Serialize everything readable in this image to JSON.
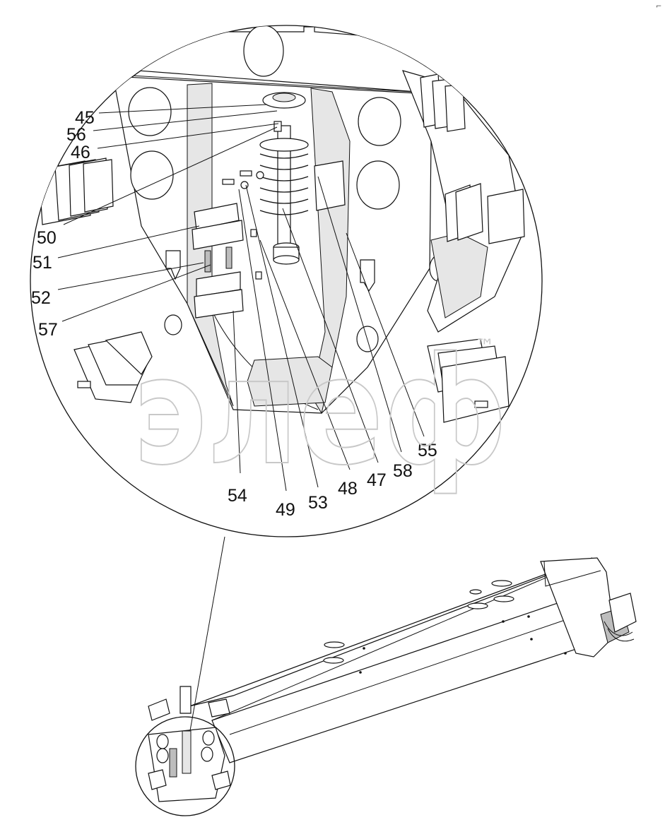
{
  "watermark": {
    "text": "элеф",
    "tm": "™"
  },
  "corner_mark": "⌐",
  "callouts": [
    {
      "id": "45",
      "label": "45"
    },
    {
      "id": "56",
      "label": "56"
    },
    {
      "id": "46",
      "label": "46"
    },
    {
      "id": "50",
      "label": "50"
    },
    {
      "id": "51",
      "label": "51"
    },
    {
      "id": "52",
      "label": "52"
    },
    {
      "id": "57",
      "label": "57"
    },
    {
      "id": "54",
      "label": "54"
    },
    {
      "id": "49",
      "label": "49"
    },
    {
      "id": "53",
      "label": "53"
    },
    {
      "id": "48",
      "label": "48"
    },
    {
      "id": "47",
      "label": "47"
    },
    {
      "id": "58",
      "label": "58"
    },
    {
      "id": "55",
      "label": "55"
    }
  ],
  "colors": {
    "line": "#111111",
    "watermark": "#c8c8c8",
    "background": "#ffffff"
  }
}
